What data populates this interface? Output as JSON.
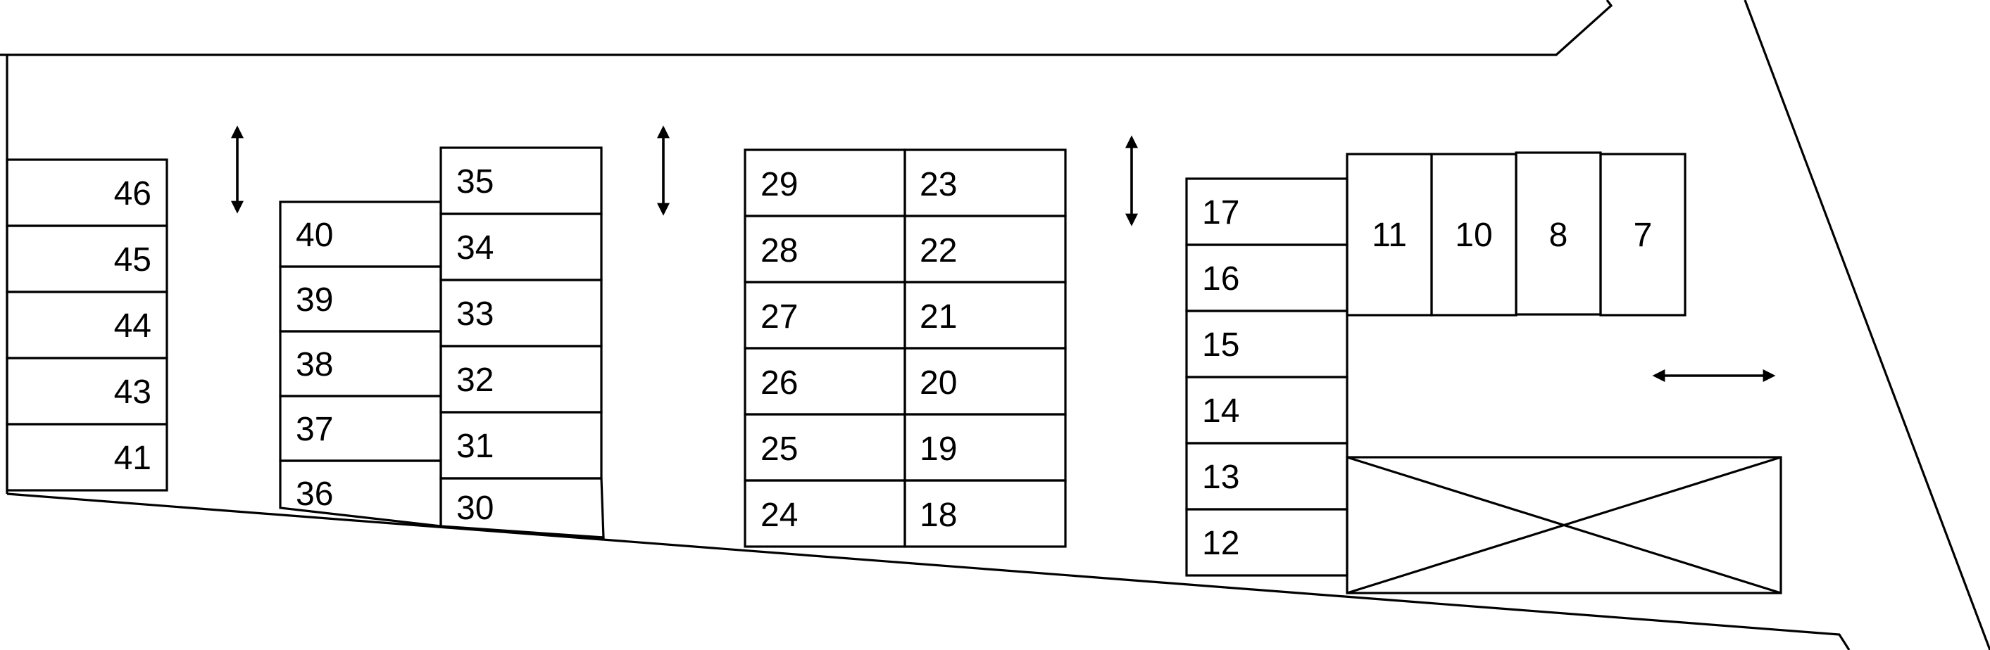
{
  "map": {
    "colors": {
      "stroke": "#000000",
      "background": "#ffffff"
    },
    "spaces": {
      "s46": "46",
      "s45": "45",
      "s44": "44",
      "s43": "43",
      "s41": "41",
      "s40": "40",
      "s39": "39",
      "s38": "38",
      "s37": "37",
      "s36": "36",
      "s35": "35",
      "s34": "34",
      "s33": "33",
      "s32": "32",
      "s31": "31",
      "s30": "30",
      "s29": "29",
      "s28": "28",
      "s27": "27",
      "s26": "26",
      "s25": "25",
      "s24": "24",
      "s23": "23",
      "s22": "22",
      "s21": "21",
      "s20": "20",
      "s19": "19",
      "s18": "18",
      "s17": "17",
      "s16": "16",
      "s15": "15",
      "s14": "14",
      "s13": "13",
      "s12": "12",
      "s11": "11",
      "s10": "10",
      "s8": "8",
      "s7": "7"
    },
    "blocked_area": "crossed-out-area-icon",
    "traffic_arrows": [
      "vertical-two-way-arrow-icon",
      "vertical-two-way-arrow-icon",
      "vertical-two-way-arrow-icon",
      "horizontal-two-way-arrow-icon"
    ]
  }
}
